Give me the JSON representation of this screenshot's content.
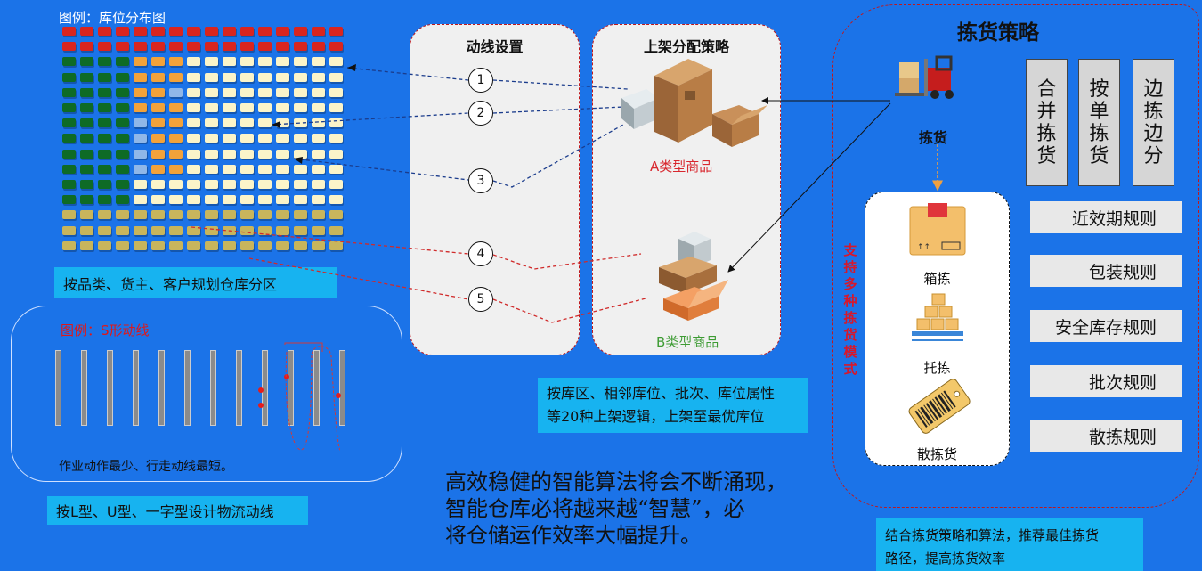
{
  "legend_zone_title": "图例：库位分布图",
  "zone_caption": "按品类、货主、客户规划仓库分区",
  "s_route": {
    "title": "图例：S形动线",
    "note": "作业动作最少、行走动线最短。"
  },
  "layout_caption": "按L型、U型、一字型设计物流动线",
  "route_panel": {
    "title": "动线设置",
    "steps": [
      "1",
      "2",
      "3",
      "4",
      "5"
    ]
  },
  "putaway_panel": {
    "title": "上架分配策略",
    "type_a": "A类型商品",
    "type_b": "B类型商品"
  },
  "putaway_caption_line1": "按库区、相邻库位、批次、库位属性",
  "putaway_caption_line2": "等20种上架逻辑，上架至最优库位",
  "main_statement": {
    "line1": "高效稳健的智能算法将会不断涌现，",
    "line2": "智能仓库必将越来越“智慧”，必",
    "line3": "将仓储运作效率大幅提升。"
  },
  "picking": {
    "title": "拣货策略",
    "label": "拣货",
    "modes_vertical": [
      "合并拣货",
      "按单拣货",
      "边拣边分"
    ],
    "support_text": "支持多种拣货模式",
    "mode_items": [
      "箱拣",
      "托拣",
      "散拣货"
    ],
    "rules": [
      "近效期规则",
      "包装规则",
      "安全库存规则",
      "批次规则",
      "散拣规则"
    ],
    "caption_line1": "结合拣货策略和算法，推荐最佳拣货",
    "caption_line2": "路径，提高拣货效率"
  },
  "colors": {
    "background": "#1b73e8",
    "red_cell": "#d9251f",
    "green_cell": "#0e6b26",
    "orange_cell": "#f2a23a",
    "light_blue_cell": "#8fb7e8",
    "cream_cell": "#fbf4c9",
    "olive_cell": "#c8b55c",
    "caption_bg": "#17b3f0",
    "accent_red": "#c0181c"
  },
  "icons": {
    "box_a": "cardboard-box-icon",
    "box_b": "open-box-icon",
    "forklift": "forklift-icon",
    "pallet": "pallet-icon",
    "barcode": "barcode-tag-icon"
  }
}
